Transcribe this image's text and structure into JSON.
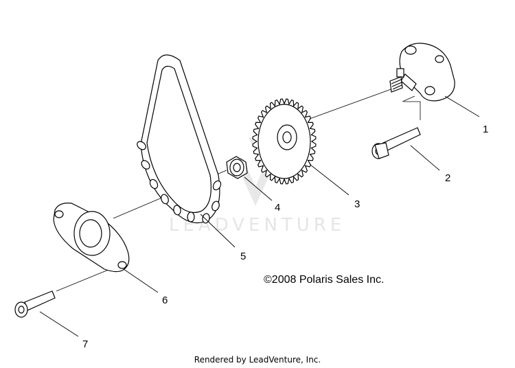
{
  "callouts": [
    "1",
    "2",
    "3",
    "4",
    "5",
    "6",
    "7"
  ],
  "copyright": "©2008 Polaris Sales Inc.",
  "watermark": "LEADVENTURE",
  "footer": "Rendered by LeadVenture, Inc."
}
